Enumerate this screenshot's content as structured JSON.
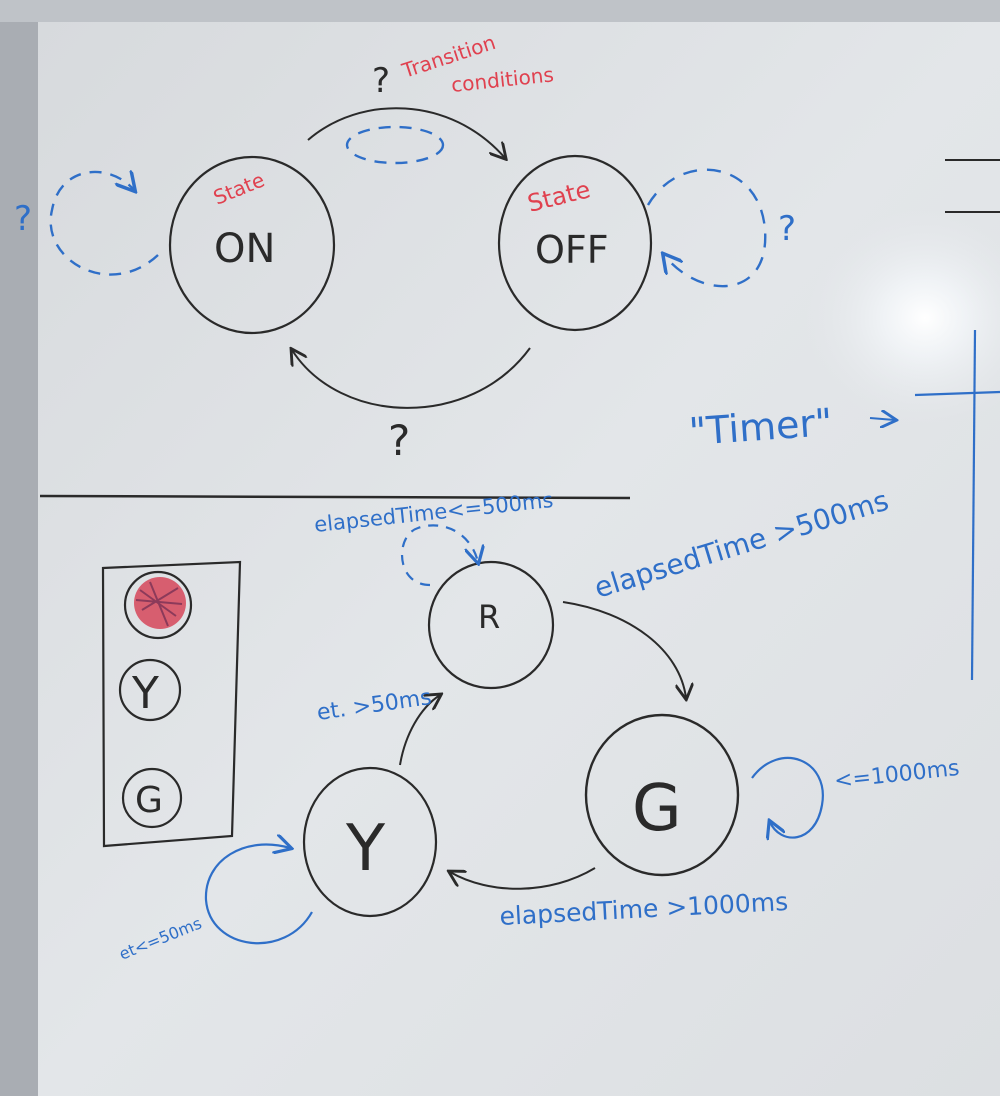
{
  "colors": {
    "ink_black": "#2a2a2a",
    "ink_blue": "#2f6fc8",
    "ink_red": "#e0414f",
    "board": "#dfe2e5"
  },
  "top_diagram": {
    "state_on": {
      "tag": "State",
      "label": "ON"
    },
    "state_off": {
      "tag": "State",
      "label": "OFF"
    },
    "transition_note": {
      "mark": "?",
      "text_line1": "Transition",
      "text_line2": "conditions"
    },
    "self_loop_on_mark": "?",
    "self_loop_off_mark": "?",
    "bottom_arrow_mark": "?"
  },
  "timer_note": "\"Timer\"",
  "traffic_light_box": {
    "lights": [
      "",
      "Y",
      "G"
    ]
  },
  "bottom_diagram": {
    "state_r": "R",
    "state_g": "G",
    "state_y": "Y",
    "r_self_loop_label": "elapsedTime<=500ms",
    "r_to_g_label": "elapsedTime >500ms",
    "g_self_loop_label": "<=1000ms",
    "g_to_y_label": "elapsedTime >1000ms",
    "y_to_r_label": "et. >50ms",
    "y_self_loop_label": "et<=50ms"
  }
}
